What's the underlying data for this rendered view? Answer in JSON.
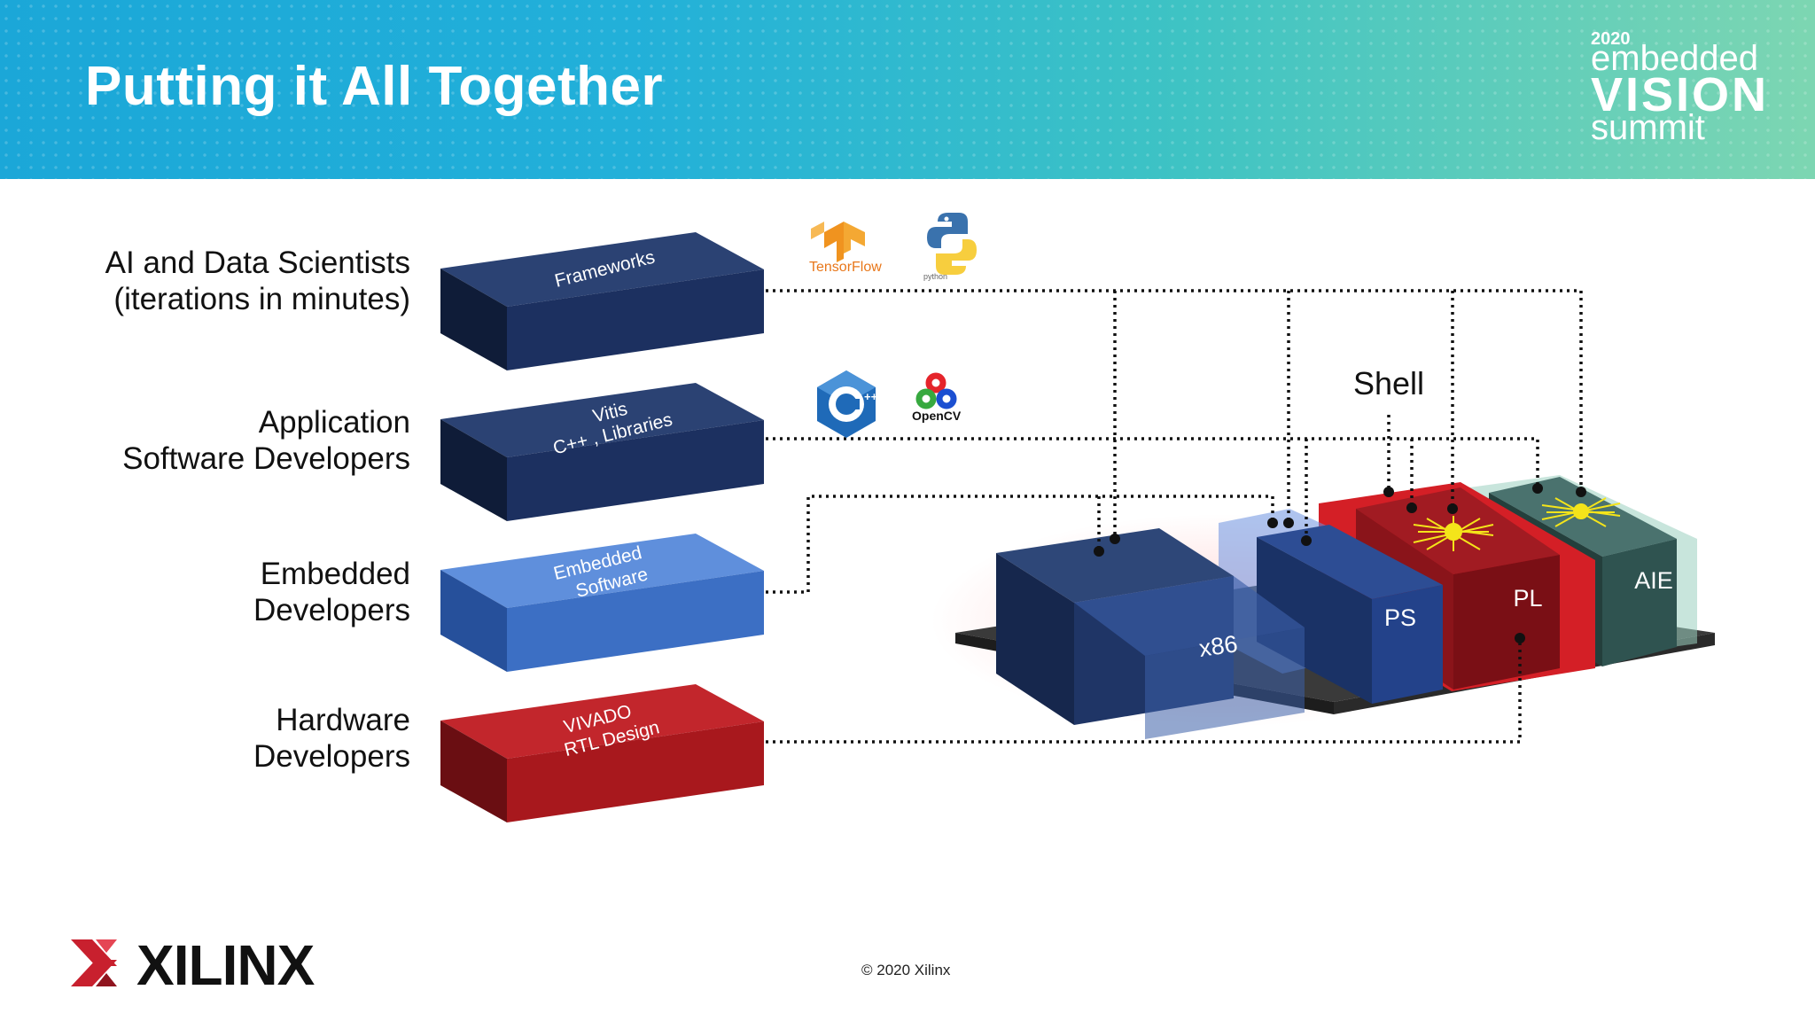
{
  "header": {
    "title": "Putting it All Together",
    "event_logo": {
      "year": "2020",
      "line1": "embedded",
      "line2": "VISION",
      "line3": "summit"
    }
  },
  "roles": [
    {
      "text": "AI and Data Scientists\n(iterations in minutes)"
    },
    {
      "text": "Application\nSoftware Developers"
    },
    {
      "text": "Embedded\nDevelopers"
    },
    {
      "text": "Hardware\nDevelopers"
    }
  ],
  "blocks": [
    {
      "text": "Frameworks",
      "color": "#1f3566"
    },
    {
      "text_line1": "Vitis",
      "text_line2": "C++ , Libraries",
      "color": "#1f3566"
    },
    {
      "text_line1": "Embedded",
      "text_line2": "Software",
      "color": "#3c6fc4"
    },
    {
      "text_line1": "VIVADO",
      "text_line2": "RTL Design",
      "color": "#a8181d"
    }
  ],
  "tools": {
    "tensorflow": {
      "label": "TensorFlow",
      "icon": "tensorflow-icon"
    },
    "python": {
      "label": "python",
      "icon": "python-icon"
    },
    "cpp": {
      "label": "C++",
      "icon": "cpp-icon"
    },
    "opencv": {
      "label": "OpenCV",
      "icon": "opencv-icon"
    }
  },
  "platform": {
    "shell_label": "Shell",
    "chips": [
      {
        "label": "x86",
        "color": "#1f3566"
      },
      {
        "label": "PS",
        "color": "#23428a"
      },
      {
        "label": "PL",
        "color": "#b01a22"
      },
      {
        "label": "AIE",
        "color": "#2f5350"
      }
    ]
  },
  "footer": {
    "brand": "XILINX",
    "copyright": "© 2020 Xilinx"
  }
}
